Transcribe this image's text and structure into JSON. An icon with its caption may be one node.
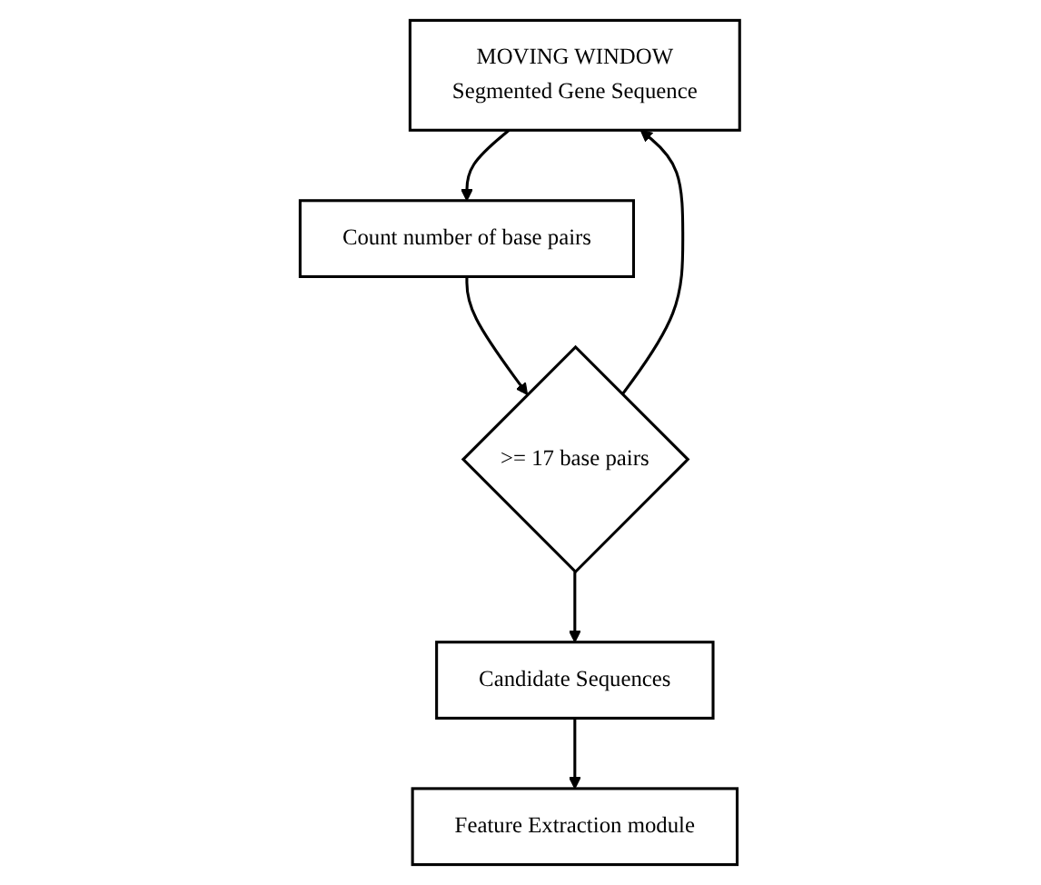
{
  "diagram": {
    "nodes": [
      {
        "text": [
          "MOVING WINDOW",
          "Segmented Gene Sequence"
        ]
      },
      {
        "text": [
          "Count number of base pairs"
        ]
      },
      {
        "text": [
          ">= 17 base pairs"
        ]
      },
      {
        "text": [
          "Candidate Sequences"
        ]
      },
      {
        "text": [
          "Feature Extraction module"
        ]
      }
    ],
    "edges": [
      {
        "from": 0,
        "to": 1,
        "arrow": "to"
      },
      {
        "from": 1,
        "to": 2,
        "arrow": "to"
      },
      {
        "from": 2,
        "to": 0,
        "arrow": "to"
      },
      {
        "from": 2,
        "to": 3,
        "arrow": "to"
      },
      {
        "from": 3,
        "to": 4,
        "arrow": "to"
      }
    ]
  }
}
